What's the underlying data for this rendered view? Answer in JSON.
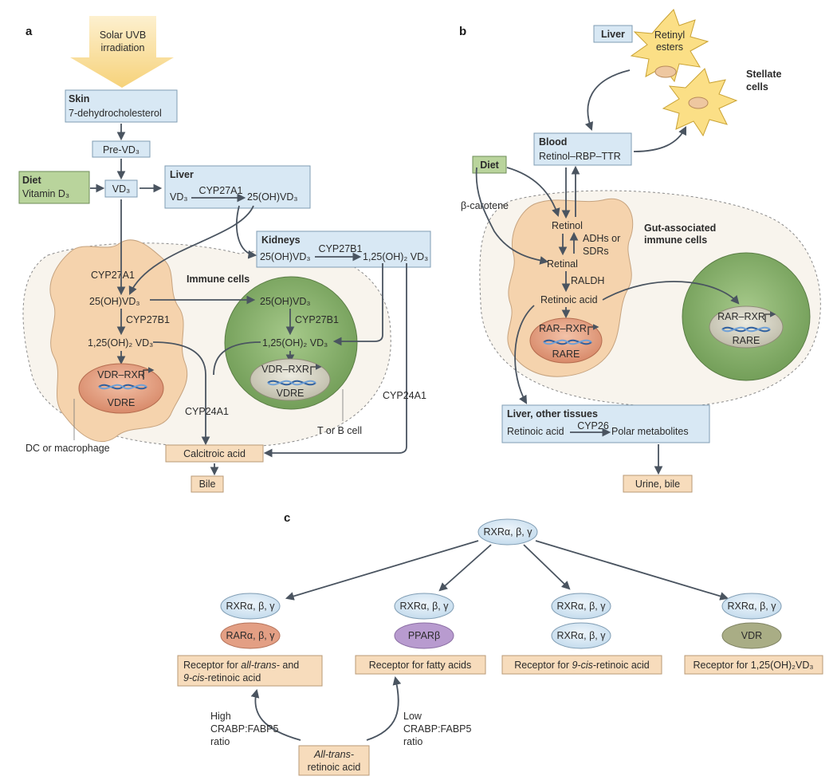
{
  "panels": {
    "a": "a",
    "b": "b",
    "c": "c"
  },
  "a": {
    "solar": [
      "Solar UVB",
      "irradiation"
    ],
    "skin_title": "Skin",
    "skin_sub": "7-dehydrocholesterol",
    "pre_vd3": "Pre-VD₃",
    "diet_title": "Diet",
    "diet_sub": "Vitamin D₃",
    "vd3": "VD₃",
    "liver_title": "Liver",
    "liver_vd3": "VD₃",
    "liver_enzyme": "CYP27A1",
    "liver_product": "25(OH)VD₃",
    "kidneys_title": "Kidneys",
    "kidneys_sub": "25(OH)VD₃",
    "kidneys_enzyme": "CYP27B1",
    "kidneys_product": "1,25(OH)₂ VD₃",
    "immune_cells": "Immune cells",
    "dc_enzyme1": "CYP27A1",
    "dc_25": "25(OH)VD₃",
    "dc_enzyme2": "CYP27B1",
    "dc_125": "1,25(OH)₂ VD₃",
    "vdr_rxr": "VDR–RXR",
    "vdre": "VDRE",
    "t_25": "25(OH)VD₃",
    "t_enzyme": "CYP27B1",
    "t_125": "1,25(OH)₂ VD₃",
    "t_vdr_rxr": "VDR–RXR",
    "t_vdre": "VDRE",
    "cyp24a1_left": "CYP24A1",
    "cyp24a1_right": "CYP24A1",
    "t_or_b": "T or B cell",
    "dc_or_mac": "DC or macrophage",
    "calcitroic": "Calcitroic acid",
    "bile": "Bile"
  },
  "b": {
    "liver": "Liver",
    "retinyl": [
      "Retinyl",
      "esters"
    ],
    "stellate": [
      "Stellate",
      "cells"
    ],
    "blood_title": "Blood",
    "blood_sub": "Retinol–RBP–TTR",
    "diet": "Diet",
    "beta_carotene": "β-carotene",
    "retinol": "Retinol",
    "adhs": [
      "ADHs or",
      "SDRs"
    ],
    "retinal": "Retinal",
    "raldh": "RALDH",
    "retinoic": "Retinoic acid",
    "rar_rxr": "RAR–RXR",
    "rare": "RARE",
    "gut": [
      "Gut-associated",
      "immune cells"
    ],
    "g_rar_rxr": "RAR–RXR",
    "g_rare": "RARE",
    "tissues_title": "Liver, other tissues",
    "tissues_ra": "Retinoic acid",
    "tissues_enzyme": "CYP26",
    "tissues_product": "Polar metabolites",
    "urine": "Urine, bile"
  },
  "c": {
    "top": "RXRα, β, γ",
    "dimers": [
      {
        "top": "RXRα, β, γ",
        "bottom": "RARα, β, γ",
        "desc1": "Receptor for ",
        "desc1i": "all-trans-",
        "desc1b": " and",
        "desc2i": "9-cis",
        "desc2b": "-retinoic acid"
      },
      {
        "top": "RXRα, β, γ",
        "bottom": "PPARβ",
        "desc": "Receptor for fatty acids"
      },
      {
        "top": "RXRα, β, γ",
        "bottom": "RXRα, β, γ",
        "desc_a": "Receptor for ",
        "desc_i": "9-cis",
        "desc_b": "-retinoic acid"
      },
      {
        "top": "RXRα, β, γ",
        "bottom": "VDR",
        "desc": "Receptor for 1,25(OH)₂VD₃"
      }
    ],
    "high": [
      "High",
      "CRABP:FABP5",
      "ratio"
    ],
    "low": [
      "Low",
      "CRABP:FABP5",
      "ratio"
    ],
    "atra": [
      "All-trans-",
      "retinoic acid"
    ]
  },
  "colors": {
    "blue_box": "#d8e8f4",
    "tan_box": "#f7dcbc",
    "green_box": "#b9d49c",
    "arrow": "#4a5460"
  }
}
